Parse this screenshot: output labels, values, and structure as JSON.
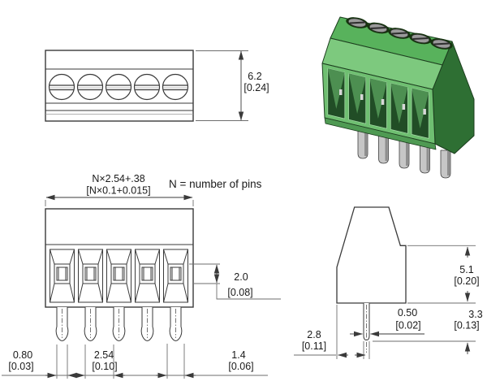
{
  "drawing": {
    "note": "N = number of pins"
  },
  "views": {
    "top_view": {
      "height": {
        "mm": "6.2",
        "inch": "[0.24]"
      }
    },
    "front_view": {
      "width_formula": {
        "mm": "N×2.54+.38",
        "inch": "[N×0.1+0.015]"
      },
      "wire_entry": {
        "mm": "2.0",
        "inch": "[0.08]"
      },
      "pin_width": {
        "mm": "0.80",
        "inch": "[0.03]"
      },
      "pin_pitch": {
        "mm": "2.54",
        "inch": "[0.10]"
      },
      "pin_size": {
        "mm": "1.4",
        "inch": "[0.06]"
      }
    },
    "side_view": {
      "body_height": {
        "mm": "5.1",
        "inch": "[0.20]"
      },
      "pin_length": {
        "mm": "3.3",
        "inch": "[0.13]"
      },
      "pin_thickness": {
        "mm": "0.50",
        "inch": "[0.02]"
      },
      "pin_offset": {
        "mm": "2.8",
        "inch": "[0.11]"
      }
    }
  },
  "colors": {
    "line": "#3a3a3a",
    "dim_line": "#6e6e6e",
    "text": "#1a1a1a",
    "body_green_light": "#7dc97e",
    "body_green": "#58b25c",
    "body_green_dark": "#2e6f33",
    "cavity_dark": "#214d26",
    "cavity_mid": "#4d8f51",
    "screw_gray": "#9a9a9a",
    "pin_gray": "#c6c6c6"
  }
}
